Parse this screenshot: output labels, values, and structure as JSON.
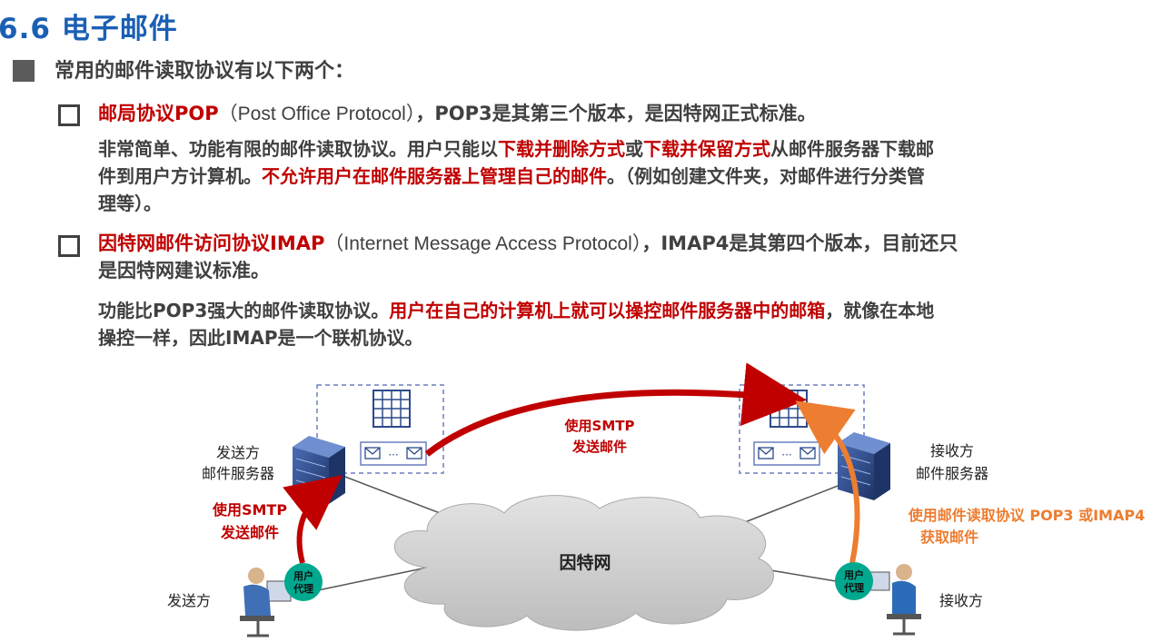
{
  "title": "6.6 电子邮件",
  "intro": "常用的邮件读取协议有以下两个：",
  "pop": {
    "name": "邮局协议POP",
    "full": "（Post Office Protocol）",
    "rest": "，POP3是其第三个版本，是因特网正式标准。",
    "desc1_a": "非常简单、功能有限的邮件读取协议。用户只能以",
    "desc1_b": "下载并删除方式",
    "desc1_c": "或",
    "desc1_d": "下载并保留方式",
    "desc1_e": "从邮件服务器下载邮",
    "desc2_a": "件到用户方计算机。",
    "desc2_b": "不允许用户在邮件服务器上管理自己的邮件",
    "desc2_c": "。（例如创建文件夹，对邮件进行分类管",
    "desc3": "理等）。"
  },
  "imap": {
    "name": "因特网邮件访问协议IMAP",
    "full": "（Internet Message Access Protocol）",
    "rest": "，IMAP4是其第四个版本，目前还只",
    "rest2": "是因特网建议标准。",
    "desc1_a": "功能比POP3强大的邮件读取协议。",
    "desc1_b": "用户在自己的计算机上就可以操控邮件服务器中的邮箱",
    "desc1_c": "，就像在本地",
    "desc2": "操控一样，因此IMAP是一个联机协议。"
  },
  "diagram": {
    "sender_server_1": "发送方",
    "sender_server_2": "邮件服务器",
    "receiver_server_1": "接收方",
    "receiver_server_2": "邮件服务器",
    "smtp_top_1": "使用SMTP",
    "smtp_top_2": "发送邮件",
    "smtp_left_1": "使用SMTP",
    "smtp_left_2": "发送邮件",
    "read_1": "使用邮件读取协议 POP3 或IMAP4",
    "read_2": "获取邮件",
    "internet": "因特网",
    "sender": "发送方",
    "receiver": "接收方",
    "agent_1": "用户",
    "agent_2": "代理",
    "mail_dots": "···"
  },
  "colors": {
    "title_blue": "#1a5fb4",
    "red": "#c00000",
    "orange": "#ed7d31",
    "agent_green": "#00a88f",
    "server_blue": "#2b4a8a"
  }
}
